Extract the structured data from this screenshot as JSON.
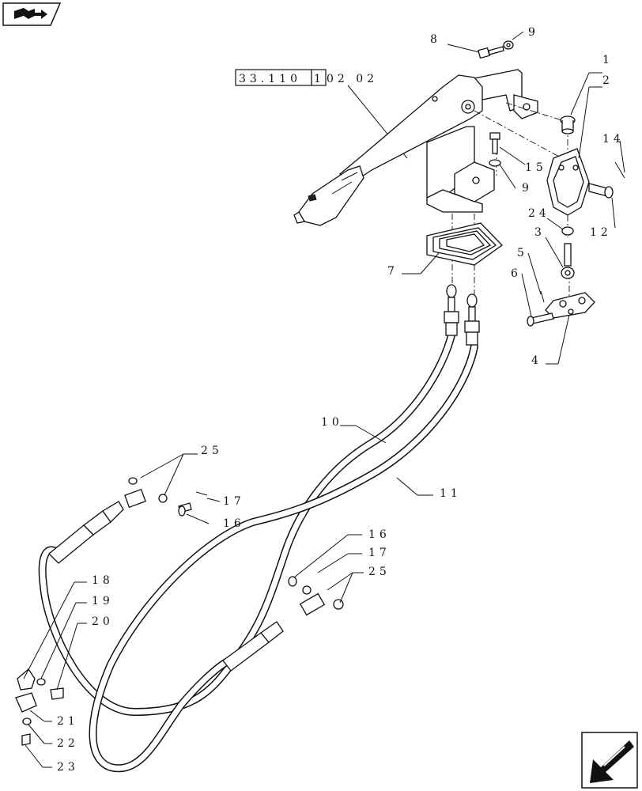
{
  "reference": {
    "group": "33.110",
    "page": "1",
    "suffix": "02 02"
  },
  "callouts": {
    "c1": "1",
    "c2": "2",
    "c3": "3",
    "c4": "4",
    "c5": "5",
    "c6": "6",
    "c7": "7",
    "c8": "8",
    "c9a": "9",
    "c9b": "9",
    "c10": "10",
    "c11": "11",
    "c12": "12",
    "c14": "14",
    "c15": "15",
    "c16a": "16",
    "c16b": "16",
    "c17a": "17",
    "c17b": "17",
    "c18": "18",
    "c19": "19",
    "c20": "20",
    "c21": "21",
    "c22": "22",
    "c23": "23",
    "c24": "24",
    "c25a": "25",
    "c25b": "25"
  },
  "icons": {
    "top_left": "book-arrow-icon",
    "bottom_right": "next-page-arrow-icon"
  }
}
